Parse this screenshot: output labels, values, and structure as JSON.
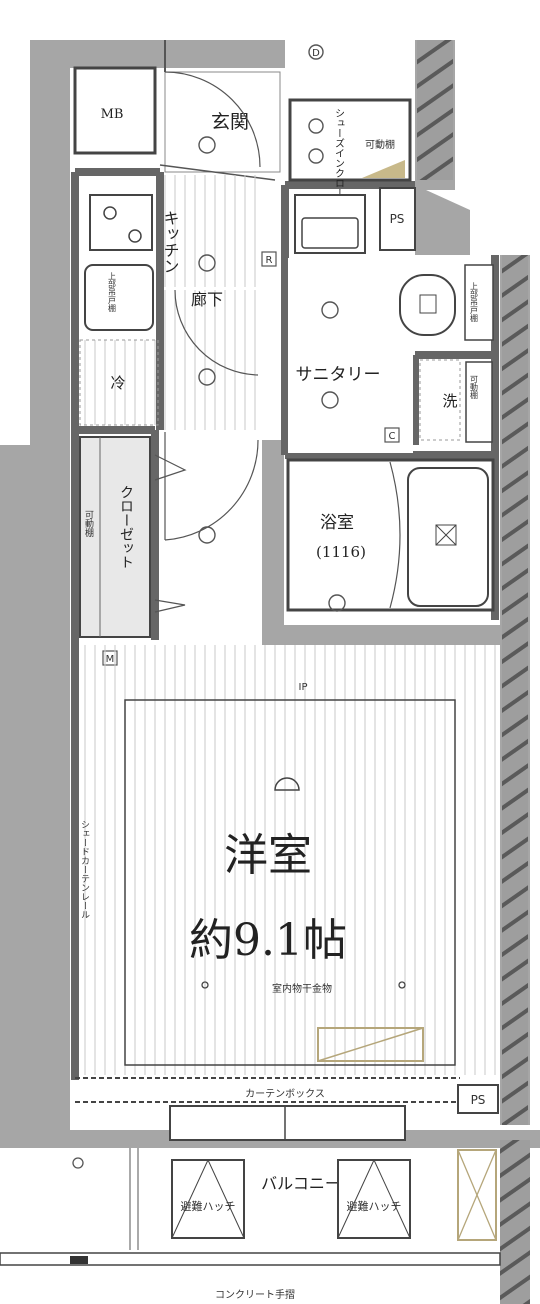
{
  "rooms": {
    "entrance": "玄関",
    "shoes_closet": "シューズインクローゼット",
    "movable_shelf": "可動棚",
    "kitchen": "キッチン",
    "hallway": "廊下",
    "sanitary": "サニタリー",
    "bath": "浴室",
    "bath_size": "(1116)",
    "closet": "クローゼット",
    "western_room": "洋室",
    "western_room_size": "約9.1帖",
    "balcony": "バルコニー"
  },
  "labels": {
    "mb": "MB",
    "ps_upper": "PS",
    "ps_lower": "PS",
    "refrigerator": "冷",
    "washer": "洗",
    "upper_shelf_kitchen": "上部吊戸棚",
    "upper_shelf_toilet": "上部吊戸棚",
    "shelf_closet": "可動棚",
    "shelf_wash": "可動棚",
    "indoor_drying": "室内物干金物",
    "curtain_box": "カーテンボックス",
    "curtain_rail": "シェードカーテンレール",
    "evacuation_hatch_left": "避難ハッチ",
    "evacuation_hatch_right": "避難ハッチ",
    "handrail": "コンクリート手摺",
    "intercom": "IP",
    "d_mark": "D",
    "r_mark": "R",
    "c_mark": "C",
    "m_mark": "M"
  }
}
